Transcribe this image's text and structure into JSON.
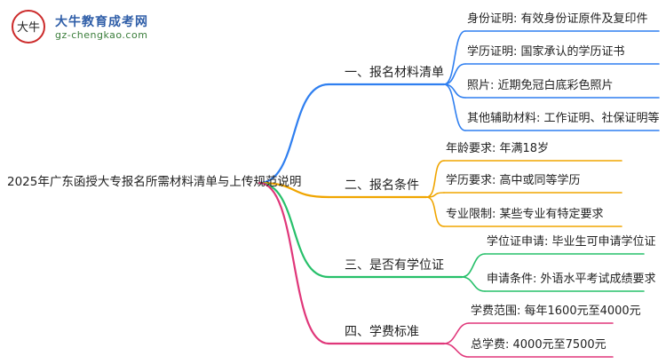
{
  "logo": {
    "name": "大牛教育成考网",
    "url": "gz-chengkao.com",
    "mark_text": "大牛"
  },
  "mindmap": {
    "root": "2025年广东函授大专报名所需材料清单与上传规范说明",
    "branches": [
      {
        "label": "一、报名材料清单",
        "color": "#2f7ff0",
        "items": [
          "身份证明: 有效身份证原件及复印件",
          "学历证明: 国家承认的学历证书",
          "照片: 近期免冠白底彩色照片",
          "其他辅助材料: 工作证明、社保证明等"
        ]
      },
      {
        "label": "二、报名条件",
        "color": "#f0a500",
        "items": [
          "年龄要求: 年满18岁",
          "学历要求: 高中或同等学历",
          "专业限制: 某些专业有特定要求"
        ]
      },
      {
        "label": "三、是否有学位证",
        "color": "#27c06a",
        "items": [
          "学位证申请: 毕业生可申请学位证",
          "申请条件: 外语水平考试成绩要求"
        ]
      },
      {
        "label": "四、学费标准",
        "color": "#e0377a",
        "items": [
          "学费范围: 每年1600元至4000元",
          "总学费: 4000元至7500元"
        ]
      }
    ]
  }
}
